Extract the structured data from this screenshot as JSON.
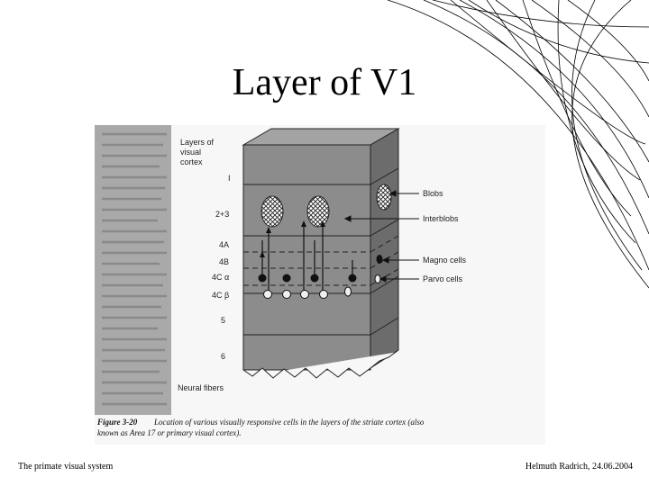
{
  "slide": {
    "title": "Layer of V1",
    "footer_left": "The primate visual system",
    "footer_right": "Helmuth Radrich, 24.06.2004"
  },
  "figure": {
    "header": [
      "Layers of",
      "visual",
      "cortex"
    ],
    "layers": {
      "l1": "I",
      "l23": "2+3",
      "l4a": "4A",
      "l4b": "4B",
      "l4ca": "4C α",
      "l4cb": "4C β",
      "l5": "5",
      "l6": "6",
      "fibers": "Neural fibers"
    },
    "callouts": {
      "blobs": "Blobs",
      "interblobs": "Interblobs",
      "magno": "Magno cells",
      "parvo": "Parvo cells"
    },
    "caption": {
      "label": "Figure 3-20",
      "line1": "Location of various visually responsive cells in the layers of the striate cortex (also",
      "line2": "known as Area 17 or primary visual cortex)."
    }
  },
  "colors": {
    "block_front": "#8c8c8c",
    "block_top": "#a3a3a3",
    "block_side": "#6c6c6c",
    "page_strip": "#a9a9a9",
    "scan_background": "#f7f7f7"
  }
}
